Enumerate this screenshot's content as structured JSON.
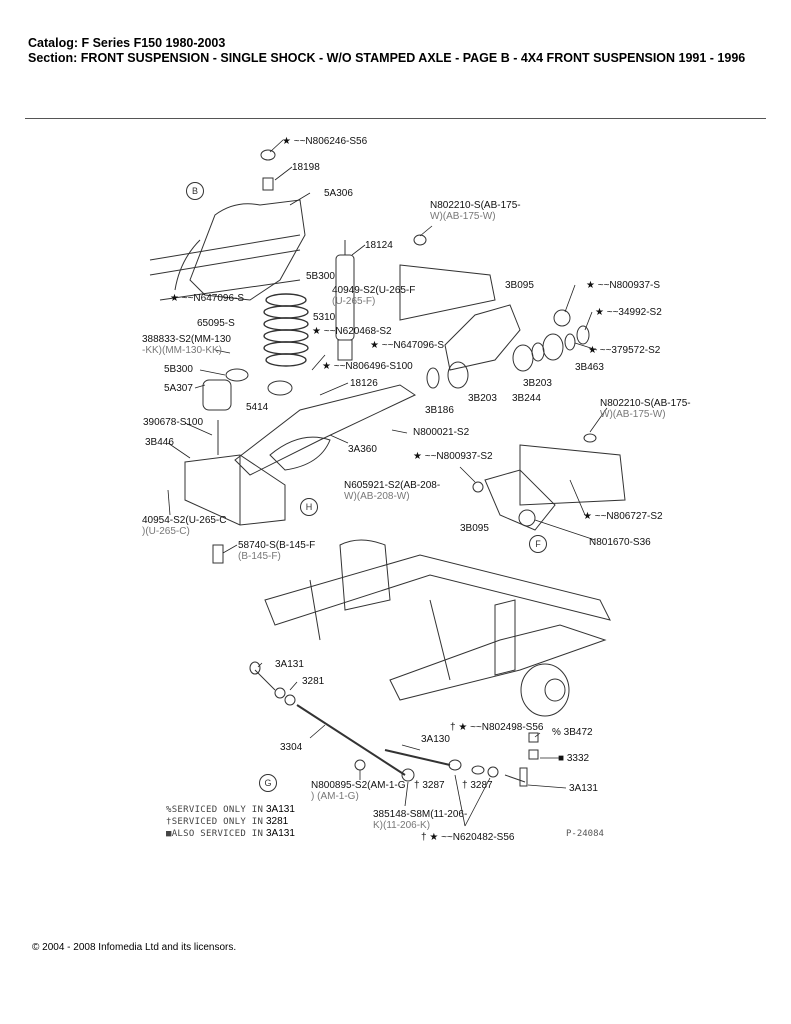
{
  "header": {
    "catalog": "Catalog: F Series F150 1980-2003",
    "section": "Section: FRONT SUSPENSION - SINGLE SHOCK - W/O STAMPED AXLE - PAGE B - 4X4 FRONT SUSPENSION 1991 - 1996"
  },
  "diagram": {
    "plate_number": "P-24084",
    "callouts": [
      "B",
      "H",
      "F",
      "G"
    ],
    "labels": [
      {
        "id": "n806246",
        "text": "★ ~~N806246-S56"
      },
      {
        "id": "p18198",
        "text": "18198"
      },
      {
        "id": "p5a306",
        "text": "5A306"
      },
      {
        "id": "n802210a",
        "text": "N802210-S(AB-175-",
        "sub": "W)(AB-175-W)"
      },
      {
        "id": "p18124",
        "text": "18124"
      },
      {
        "id": "p5b300a",
        "text": "5B300"
      },
      {
        "id": "n647096a",
        "text": "★ ~~N647096-S"
      },
      {
        "id": "p40949",
        "text": "40949-S2(U-265-F",
        "sub": "(U-265-F)"
      },
      {
        "id": "p3b095a",
        "text": "3B095"
      },
      {
        "id": "n800937a",
        "text": "★ ~~N800937-S"
      },
      {
        "id": "p34992",
        "text": "★ ~~34992-S2"
      },
      {
        "id": "p65095",
        "text": "65095-S"
      },
      {
        "id": "p5310",
        "text": "5310"
      },
      {
        "id": "n620468",
        "text": "★ ~~N620468-S2"
      },
      {
        "id": "p388833",
        "text": "388833-S2(MM-130",
        "sub": "-KK)(MM-130-KK)"
      },
      {
        "id": "n647096b",
        "text": "★ ~~N647096-S"
      },
      {
        "id": "p379572",
        "text": "★ ~~379572-S2"
      },
      {
        "id": "p5b300b",
        "text": "5B300"
      },
      {
        "id": "n806496",
        "text": "★ ~~N806496-S100"
      },
      {
        "id": "p3b463",
        "text": "3B463"
      },
      {
        "id": "p5a307",
        "text": "5A307"
      },
      {
        "id": "p18126",
        "text": "18126"
      },
      {
        "id": "p3b203a",
        "text": "3B203"
      },
      {
        "id": "p3b203b",
        "text": "3B203"
      },
      {
        "id": "p3b244",
        "text": "3B244"
      },
      {
        "id": "p5414",
        "text": "5414"
      },
      {
        "id": "p3b186",
        "text": "3B186"
      },
      {
        "id": "n802210b",
        "text": "N802210-S(AB-175-",
        "sub": "W)(AB-175-W)"
      },
      {
        "id": "p390678",
        "text": "390678-S100"
      },
      {
        "id": "n800021",
        "text": "N800021-S2"
      },
      {
        "id": "p3b446",
        "text": "3B446"
      },
      {
        "id": "p3a360",
        "text": "3A360"
      },
      {
        "id": "n800937b",
        "text": "★ ~~N800937-S2"
      },
      {
        "id": "n605921",
        "text": "N605921-S2(AB-208-",
        "sub": "W)(AB-208-W)"
      },
      {
        "id": "n806727",
        "text": "★ ~~N806727-S2"
      },
      {
        "id": "p40954",
        "text": "40954-S2(U-265-C",
        "sub": ")(U-265-C)"
      },
      {
        "id": "p3b095b",
        "text": "3B095"
      },
      {
        "id": "n801670",
        "text": "N801670-S36"
      },
      {
        "id": "p58740",
        "text": "58740-S(B-145-F",
        "sub": "(B-145-F)"
      },
      {
        "id": "p3a131a",
        "text": "3A131"
      },
      {
        "id": "p3281",
        "text": "3281"
      },
      {
        "id": "n802498",
        "text": "† ★ ~~N802498-S56"
      },
      {
        "id": "p3b472",
        "text": "% 3B472"
      },
      {
        "id": "p3a130",
        "text": "3A130"
      },
      {
        "id": "p3304",
        "text": "3304"
      },
      {
        "id": "p3332",
        "text": "■ 3332"
      },
      {
        "id": "n800895",
        "text": "N800895-S2(AM-1-G",
        "sub": ") (AM-1-G)"
      },
      {
        "id": "p3287a",
        "text": "† 3287"
      },
      {
        "id": "p3287b",
        "text": "† 3287"
      },
      {
        "id": "p3a131b",
        "text": "3A131"
      },
      {
        "id": "p385148",
        "text": "385148-S8M(11-206-",
        "sub": "K)(11-206-K)"
      },
      {
        "id": "n620482",
        "text": "† ★ ~~N620482-S56"
      }
    ],
    "legend": [
      {
        "symbol": "%",
        "text": "SERVICED ONLY IN",
        "part": "3A131"
      },
      {
        "symbol": "†",
        "text": "SERVICED ONLY IN",
        "part": "3281"
      },
      {
        "symbol": "■",
        "text": "ALSO SERVICED IN",
        "part": "3A131"
      }
    ]
  },
  "footer": {
    "copyright": "© 2004 - 2008 Infomedia Ltd and its licensors."
  }
}
